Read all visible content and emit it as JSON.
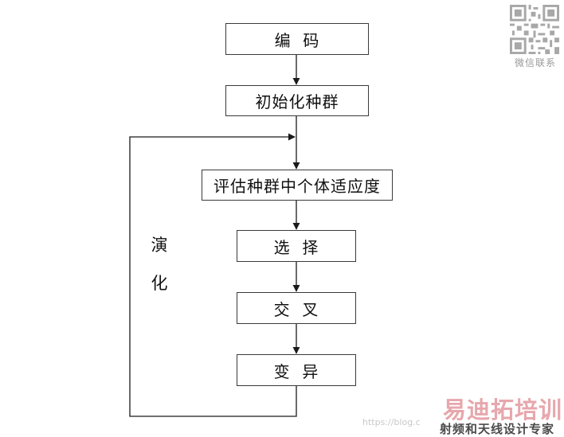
{
  "flowchart": {
    "steps": [
      {
        "label": "编  码"
      },
      {
        "label": "初始化种群"
      },
      {
        "label": "评估种群中个体适应度"
      },
      {
        "label": "选  择"
      },
      {
        "label": "交  叉"
      },
      {
        "label": "变  异"
      }
    ],
    "loop_label_line1": "演",
    "loop_label_line2": "化"
  },
  "watermark": {
    "qr_caption": "微信联系",
    "url_text": "https://blog.c",
    "brand_main": "易迪拓培训",
    "brand_sub": "射频和天线设计专家"
  },
  "colors": {
    "line": "#1a1a1a",
    "border": "#3a3a3a",
    "brand_pink": "#e7a7ac"
  }
}
